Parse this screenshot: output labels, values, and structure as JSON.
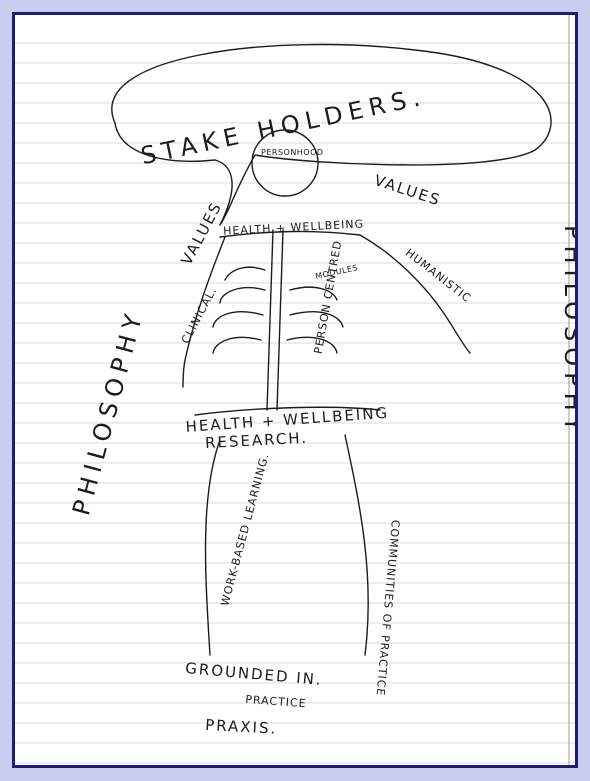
{
  "colors": {
    "frame_outer": "#c9cdf0",
    "frame_border": "#1b1f7a",
    "paper": "#ffffff",
    "rule_line": "#d7dbe8",
    "ink": "#1c1c1c"
  },
  "labels": {
    "stakeholders": "STAKE HOLDERS.",
    "personhood": "PERSONHOOD",
    "values_left": "VALUES",
    "values_right": "VALUES",
    "health_wellbeing_top": "HEALTH + WELLBEING",
    "modules": "MODULES",
    "clinical": "CLINICAL.",
    "person_centred": "PERSON CENTRED",
    "humanistic": "HUMANISTIC",
    "philosophy_left": "PHILOSOPHY",
    "philosophy_right": "PHILOSOPHY",
    "health_wellbeing_mid": "HEALTH + WELLBEING",
    "research": "RESEARCH.",
    "work_based_learning": "WORK-BASED LEARNING.",
    "communities_of_practice": "COMMUNITIES OF PRACTICE",
    "grounded_in": "GROUNDED IN.",
    "practice": "PRACTICE",
    "praxis": "PRAXIS."
  }
}
